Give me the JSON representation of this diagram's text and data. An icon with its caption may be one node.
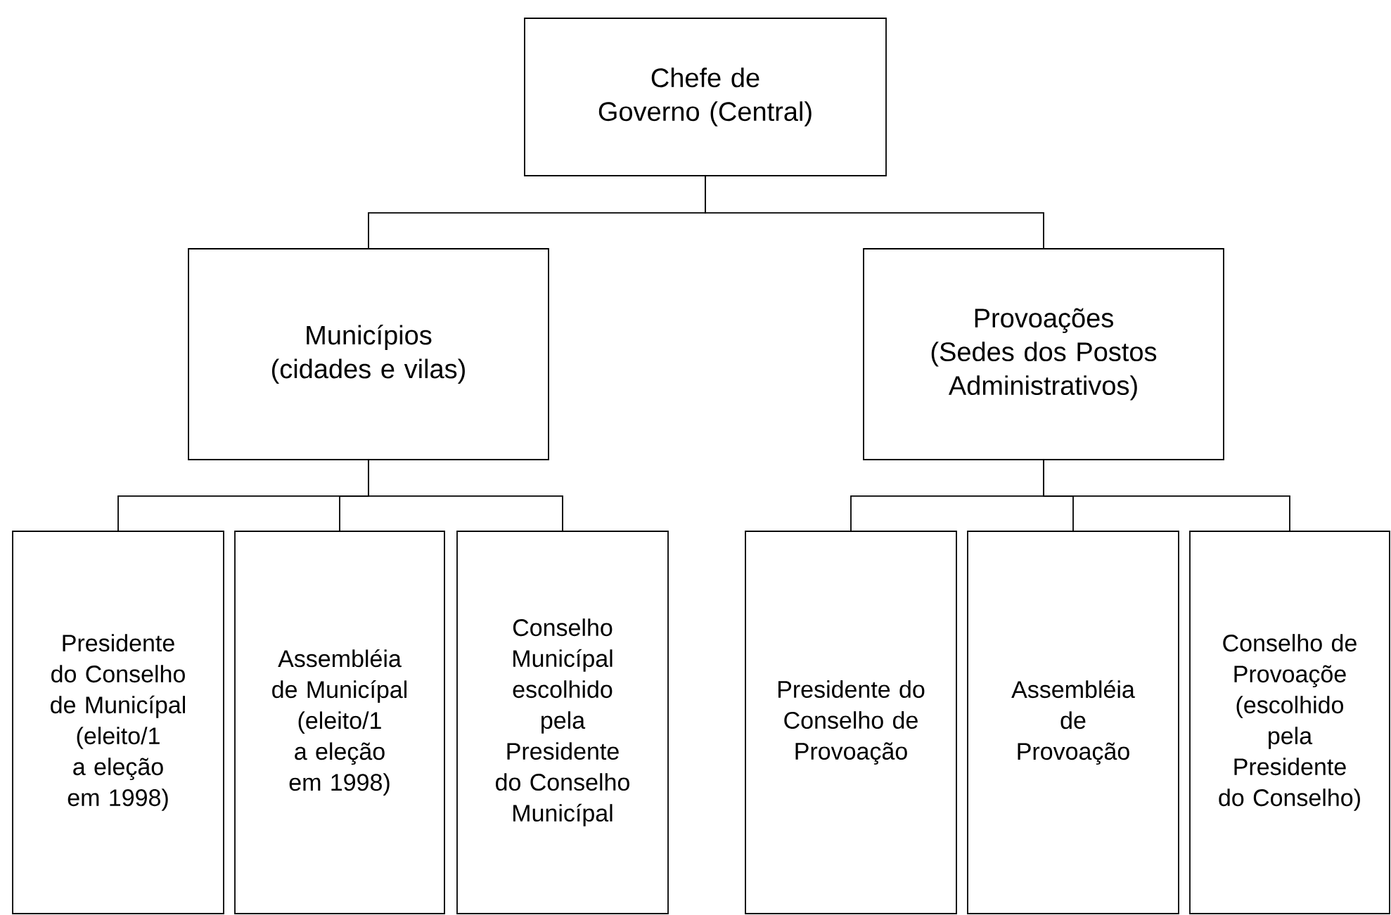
{
  "diagram": {
    "nodes": [
      {
        "text": [
          "Chefe de Governo (Central)"
        ]
      },
      {
        "text": [
          "Municípios (cidades e vilas)"
        ]
      },
      {
        "text": [
          "Provoações (Sedes dos Postos Administrativos)"
        ]
      },
      {
        "text": [
          "Presidente do Conselho de Municípal (eleito/1 a eleção em 1998)"
        ]
      },
      {
        "text": [
          "Assembléia de Municípal (eleito/1 a eleção em 1998)"
        ]
      },
      {
        "text": [
          "Conselho Municípal escolhido pela Presidente do Conselho Municípal"
        ]
      },
      {
        "text": [
          "Presidente do Conselho de Provoação"
        ]
      },
      {
        "text": [
          "Assembléia de Provoação"
        ]
      },
      {
        "text": [
          "Conselho de Provoaçõe (escolhido pela Presidente do Conselho)"
        ]
      }
    ],
    "edges": [
      {
        "from": 0,
        "to": 1,
        "arrow": "none"
      },
      {
        "from": 0,
        "to": 2,
        "arrow": "none"
      },
      {
        "from": 1,
        "to": 3,
        "arrow": "none"
      },
      {
        "from": 1,
        "to": 4,
        "arrow": "none"
      },
      {
        "from": 1,
        "to": 5,
        "arrow": "none"
      },
      {
        "from": 2,
        "to": 6,
        "arrow": "none"
      },
      {
        "from": 2,
        "to": 7,
        "arrow": "none"
      },
      {
        "from": 2,
        "to": 8,
        "arrow": "none"
      }
    ]
  }
}
